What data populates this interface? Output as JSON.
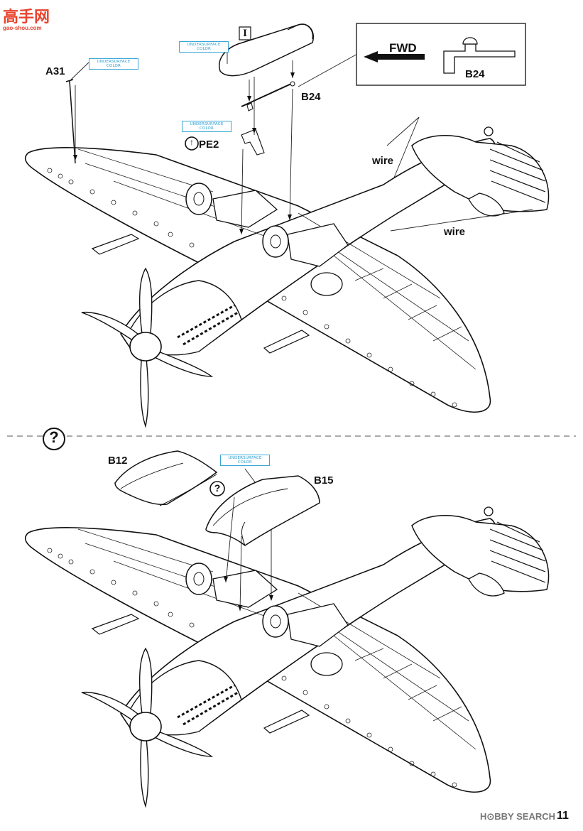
{
  "watermark_top": {
    "brand_cn": "高手网",
    "url": "gao-shou.com"
  },
  "watermark_bottom": "H⊙BBY SEARCH",
  "page_number": "11",
  "top_step": {
    "labels": {
      "a31": "A31",
      "b24": "B24",
      "pe2": "PE2",
      "wire_1": "wire",
      "wire_2": "wire",
      "roman": "I"
    },
    "undersurface_1": "UNDERSURFACE COLOR",
    "undersurface_2": "UNDERSURFACE COLOR",
    "undersurface_3": "UNDERSURFACE COLOR",
    "inset": {
      "fwd": "FWD",
      "part": "B24"
    }
  },
  "bottom_step": {
    "labels": {
      "b12": "B12",
      "b15": "B15"
    },
    "undersurface": "UNDERSURFACE COLOR"
  },
  "symbols": {
    "question": "?",
    "bend": "↑"
  }
}
